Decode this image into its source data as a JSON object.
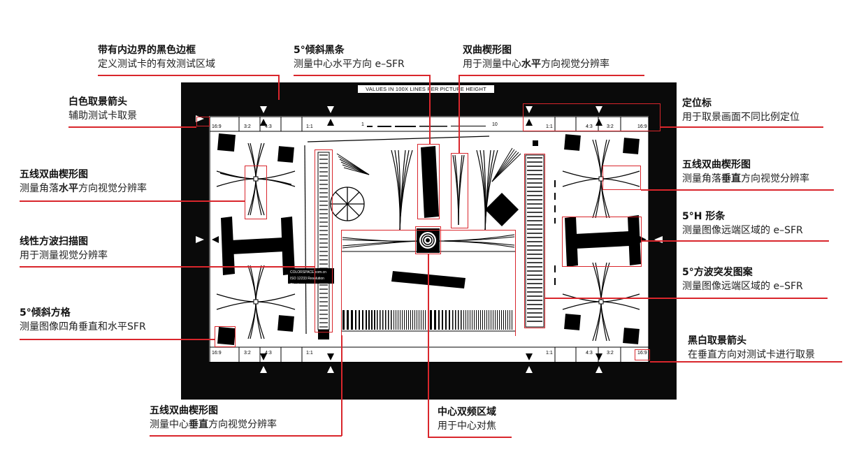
{
  "chart": {
    "header": "VALUES IN 100X LINES PER PICTURE HEIGHT",
    "brand_line1": "COLORSPACE.com.cn",
    "brand_line2": "ISO 12233 Resolution Chart",
    "ratios_top": [
      "16:9",
      "3:2",
      "4:3",
      "1:1",
      "1:1",
      "4:3",
      "3:2",
      "16:9"
    ],
    "ratios_bottom": [
      "16:9",
      "3:2",
      "4:3",
      "1:1",
      "1:1",
      "4:3",
      "3:2",
      "16:9"
    ],
    "scale_top_left": "1",
    "scale_top_right": "10"
  },
  "annotations": {
    "black_border": {
      "title": "带有内边界的黑色边框",
      "desc": "定义测试卡的有效测试区域"
    },
    "white_arrow": {
      "title": "白色取景箭头",
      "desc": "辅助测试卡取景"
    },
    "five_line_corner_h": {
      "title": "五线双曲楔形图",
      "desc_pre": "测量角落",
      "desc_bold": "水平",
      "desc_post": "方向视觉分辨率"
    },
    "linear_square_sweep": {
      "title": "线性方波扫描图",
      "desc": "用于测量视觉分辨率"
    },
    "slanted_square": {
      "title": "5°倾斜方格",
      "desc": "测量图像四角垂直和水平SFR"
    },
    "five_line_center_v": {
      "title": "五线双曲楔形图",
      "desc_pre": "测量中心",
      "desc_bold": "垂直",
      "desc_post": "方向视觉分辨率"
    },
    "slanted_bar": {
      "title": "5°倾斜黑条",
      "desc": "测量中心水平方向 e–SFR"
    },
    "hyperbolic_wedge": {
      "title": "双曲楔形图",
      "desc_pre": "用于测量中心",
      "desc_bold": "水平",
      "desc_post": "方向视觉分辨率"
    },
    "center_dual_freq": {
      "title": "中心双频区域",
      "desc": "用于中心对焦"
    },
    "locator": {
      "title": "定位标",
      "desc": "用于取景画面不同比例定位"
    },
    "five_line_corner_v": {
      "title": "五线双曲楔形图",
      "desc_pre": "测量角落",
      "desc_bold": "垂直",
      "desc_post": "方向视觉分辨率"
    },
    "h_bar": {
      "title": "5°H 形条",
      "desc": "测量图像远端区域的 e–SFR"
    },
    "square_wave_burst": {
      "title": "5°方波突发图案",
      "desc": "测量图像远端区域的 e–SFR"
    },
    "bw_arrow": {
      "title": "黑白取景箭头",
      "desc": "在垂直方向对测试卡进行取景"
    }
  },
  "colors": {
    "accent": "#d9262c",
    "frame": "#0a0a0a"
  }
}
